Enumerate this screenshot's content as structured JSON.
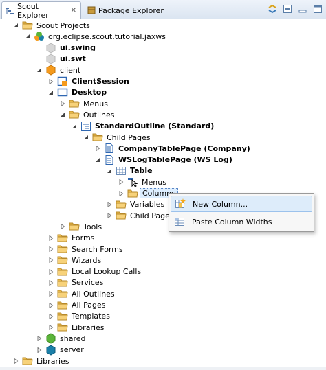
{
  "tabs": [
    {
      "label": "Scout Explorer",
      "icon": "scout-explorer-icon",
      "active": true
    },
    {
      "label": "Package Explorer",
      "icon": "package-explorer-icon",
      "active": false
    }
  ],
  "toolbar": {
    "items": [
      "sync-icon",
      "collapse-all-icon",
      "minimize-icon",
      "maximize-icon"
    ]
  },
  "tree": [
    {
      "label": "Scout Projects",
      "icon": "folder-icon",
      "level": 0,
      "expanded": true,
      "bold": false
    },
    {
      "label": "org.eclipse.scout.tutorial.jaxws",
      "icon": "project-icon",
      "level": 1,
      "expanded": true,
      "bold": false
    },
    {
      "label": "ui.swing",
      "icon": "bundle-grey-icon",
      "level": 2,
      "expanded": null,
      "bold": true
    },
    {
      "label": "ui.swt",
      "icon": "bundle-grey-icon",
      "level": 2,
      "expanded": null,
      "bold": true
    },
    {
      "label": "client",
      "icon": "client-bundle-icon",
      "level": 2,
      "expanded": true,
      "bold": false
    },
    {
      "label": "ClientSession",
      "icon": "session-icon",
      "level": 3,
      "expanded": false,
      "bold": true
    },
    {
      "label": "Desktop",
      "icon": "desktop-icon",
      "level": 3,
      "expanded": true,
      "bold": true
    },
    {
      "label": "Menus",
      "icon": "folder-icon",
      "level": 4,
      "expanded": false,
      "bold": false
    },
    {
      "label": "Outlines",
      "icon": "folder-icon",
      "level": 4,
      "expanded": true,
      "bold": false
    },
    {
      "label": "StandardOutline (Standard)",
      "icon": "outline-icon",
      "level": 5,
      "expanded": true,
      "bold": true
    },
    {
      "label": "Child Pages",
      "icon": "folder-icon",
      "level": 6,
      "expanded": true,
      "bold": false
    },
    {
      "label": "CompanyTablePage (Company)",
      "icon": "page-icon",
      "level": 7,
      "expanded": false,
      "bold": true
    },
    {
      "label": "WSLogTablePage (WS Log)",
      "icon": "page-icon",
      "level": 7,
      "expanded": true,
      "bold": true
    },
    {
      "label": "Table",
      "icon": "table-icon",
      "level": 8,
      "expanded": true,
      "bold": true
    },
    {
      "label": "Menus",
      "icon": "menus-icon",
      "level": 9,
      "expanded": false,
      "bold": false
    },
    {
      "label": "Columns",
      "icon": "folder-icon",
      "level": 9,
      "expanded": false,
      "bold": false,
      "selected": true
    },
    {
      "label": "Variables",
      "icon": "folder-icon",
      "level": 8,
      "expanded": false,
      "bold": false
    },
    {
      "label": "Child Page",
      "icon": "folder-icon",
      "level": 8,
      "expanded": false,
      "bold": false
    },
    {
      "label": "Tools",
      "icon": "folder-icon",
      "level": 4,
      "expanded": false,
      "bold": false
    },
    {
      "label": "Forms",
      "icon": "folder-icon",
      "level": 3,
      "expanded": false,
      "bold": false
    },
    {
      "label": "Search Forms",
      "icon": "folder-icon",
      "level": 3,
      "expanded": false,
      "bold": false
    },
    {
      "label": "Wizards",
      "icon": "folder-icon",
      "level": 3,
      "expanded": false,
      "bold": false
    },
    {
      "label": "Local Lookup Calls",
      "icon": "folder-icon",
      "level": 3,
      "expanded": false,
      "bold": false
    },
    {
      "label": "Services",
      "icon": "folder-icon",
      "level": 3,
      "expanded": false,
      "bold": false
    },
    {
      "label": "All Outlines",
      "icon": "folder-icon",
      "level": 3,
      "expanded": false,
      "bold": false
    },
    {
      "label": "All Pages",
      "icon": "folder-icon",
      "level": 3,
      "expanded": false,
      "bold": false
    },
    {
      "label": "Templates",
      "icon": "folder-icon",
      "level": 3,
      "expanded": false,
      "bold": false
    },
    {
      "label": "Libraries",
      "icon": "folder-icon",
      "level": 3,
      "expanded": false,
      "bold": false
    },
    {
      "label": "shared",
      "icon": "shared-bundle-icon",
      "level": 2,
      "expanded": false,
      "bold": false
    },
    {
      "label": "server",
      "icon": "server-bundle-icon",
      "level": 2,
      "expanded": false,
      "bold": false
    },
    {
      "label": "Libraries",
      "icon": "folder-icon",
      "level": 0,
      "expanded": false,
      "bold": false
    }
  ],
  "context_menu": {
    "items": [
      {
        "label": "New Column...",
        "icon": "new-column-icon",
        "highlighted": true
      },
      {
        "label": "Paste Column Widths",
        "icon": "paste-column-widths-icon",
        "highlighted": false
      }
    ]
  },
  "colors": {
    "folder": "#e8b94a",
    "client": "#f59a1c",
    "shared": "#5bb53a",
    "server": "#1a7fa8",
    "selection": "#ddeeff",
    "menu_highlight": "#ddecfa"
  }
}
